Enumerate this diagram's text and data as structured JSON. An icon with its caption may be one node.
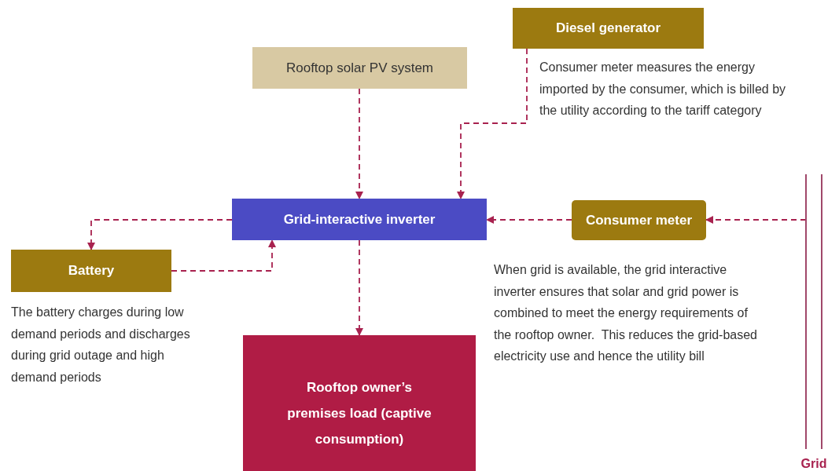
{
  "diagram": {
    "nodes": [
      {
        "text": [
          "Diesel generator"
        ]
      },
      {
        "text": [
          "Rooftop solar PV system"
        ]
      },
      {
        "text": [
          "Grid-interactive inverter"
        ]
      },
      {
        "text": [
          "Consumer meter"
        ]
      },
      {
        "text": [
          "Battery"
        ],
        "beside": [
          "The battery charges during low demand periods and discharges during grid outage and high demand periods"
        ]
      },
      {
        "text": [
          "Rooftop owner’s premises load (captive consumption)"
        ]
      },
      {
        "text": [
          "Grid"
        ]
      }
    ],
    "edges": [
      {
        "from": 1,
        "to": 2,
        "arrow": "to",
        "style": "dashed"
      },
      {
        "from": 0,
        "to": 2,
        "arrow": "to",
        "style": "dashed"
      },
      {
        "from": 3,
        "to": 2,
        "arrow": "to",
        "style": "dashed"
      },
      {
        "from": 6,
        "to": 3,
        "arrow": "to",
        "style": "dashed"
      },
      {
        "from": 2,
        "to": 4,
        "arrow": "to",
        "style": "dashed"
      },
      {
        "from": 4,
        "to": 2,
        "arrow": "to",
        "style": "dashed"
      },
      {
        "from": 2,
        "to": 5,
        "arrow": "to",
        "style": "dashed"
      }
    ],
    "labels": [
      "Consumer meter measures the energy imported by the consumer, which is billed by the utility according to the tariff category",
      "When grid is available, the grid interactive inverter ensures that solar and grid power is combined to meet the energy requirements of the rooftop owner.  This reduces the grid-based electricity use and hence the utility bill"
    ]
  }
}
